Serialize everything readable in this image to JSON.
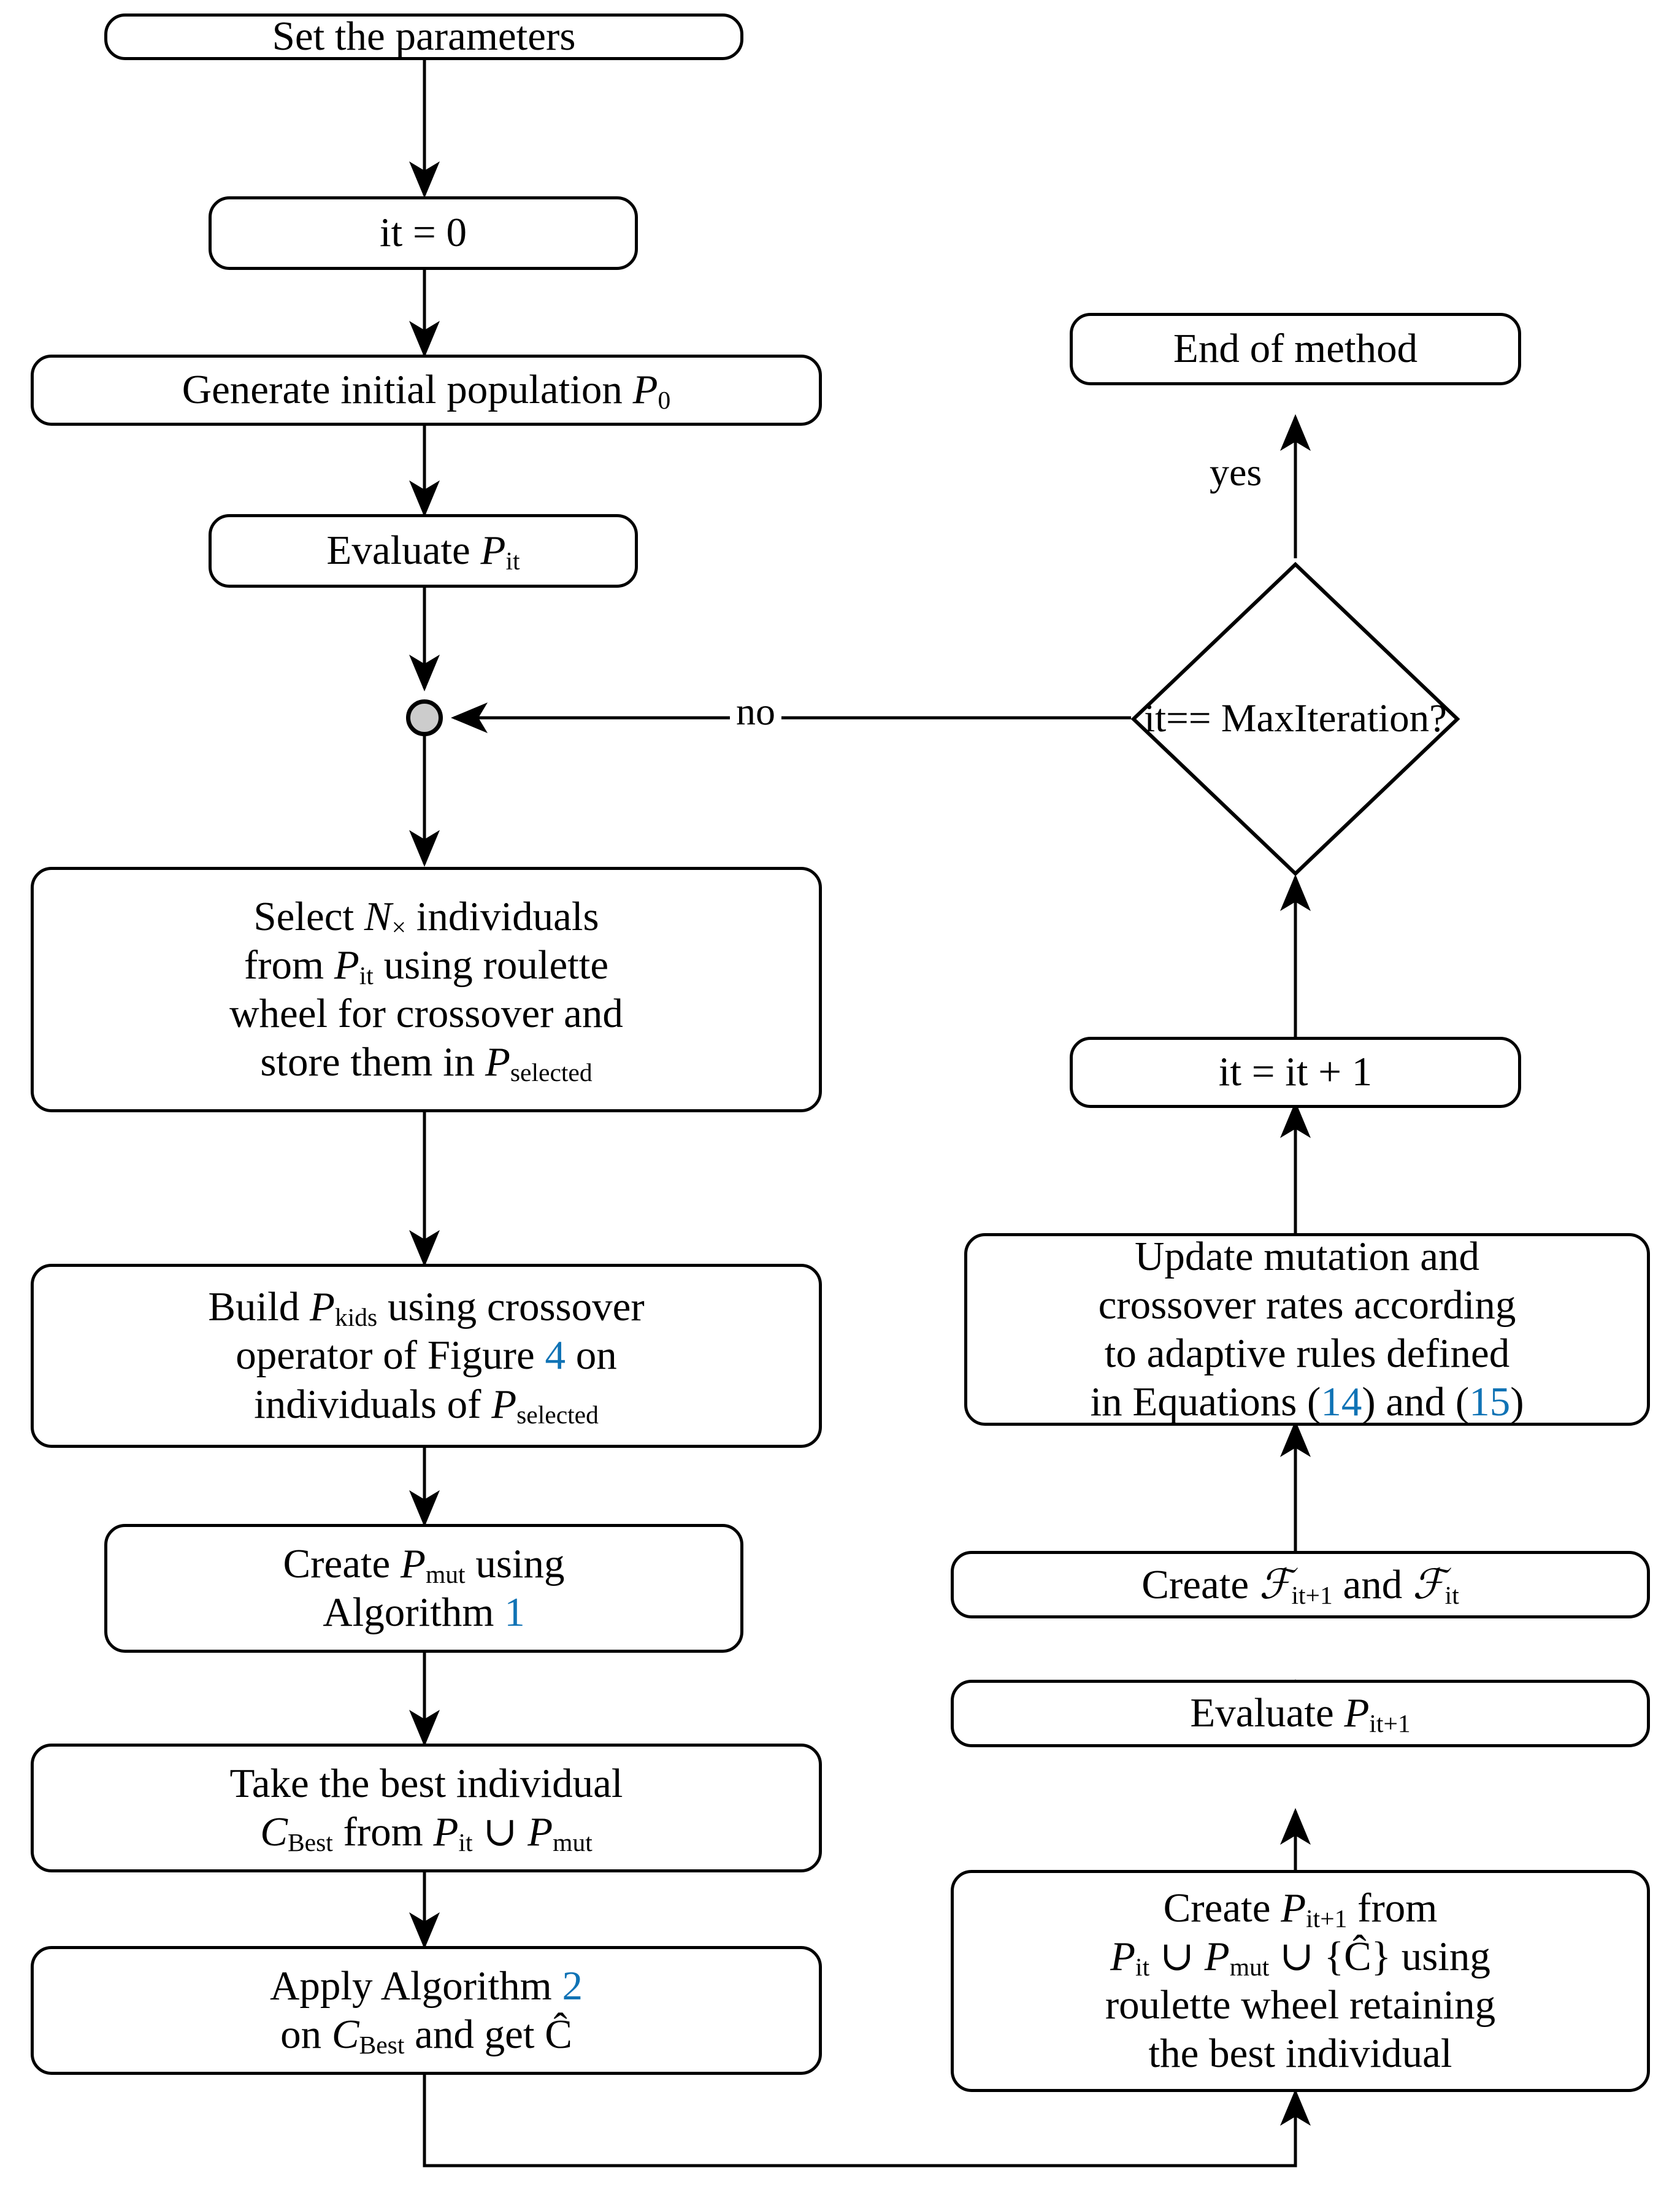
{
  "diagram": {
    "title": "Adaptive genetic algorithm flowchart",
    "link_color": "#1073b5",
    "merge_fill": "#cccccc",
    "stroke_color": "#000000",
    "background": "#ffffff"
  },
  "nodes": {
    "set_parameters": {
      "label": "Set the parameters",
      "shape": "rounded-rect"
    },
    "it_zero": {
      "label": "it  =  0",
      "shape": "rounded-rect"
    },
    "generate_population": {
      "prefix": "Generate initial population ",
      "symbol": "P",
      "symbol_sub": "0",
      "shape": "rounded-rect"
    },
    "evaluate_pit": {
      "prefix": "Evaluate ",
      "symbol": "P",
      "symbol_sub": "it",
      "shape": "rounded-rect"
    },
    "merge": {
      "label": "",
      "shape": "circle"
    },
    "select_individuals": {
      "shape": "rounded-rect",
      "lines": [
        {
          "parts": [
            {
              "t": "Select "
            },
            {
              "t": "N",
              "i": true
            },
            {
              "sub": "×"
            },
            {
              "t": " individuals"
            }
          ]
        },
        {
          "parts": [
            {
              "t": "from "
            },
            {
              "t": "P",
              "i": true
            },
            {
              "sub": "it"
            },
            {
              "t": " using roulette"
            }
          ]
        },
        {
          "parts": [
            {
              "t": "wheel for crossover and"
            }
          ]
        },
        {
          "parts": [
            {
              "t": "store them in "
            },
            {
              "t": "P",
              "i": true
            },
            {
              "sub": "selected"
            }
          ]
        }
      ]
    },
    "build_kids": {
      "shape": "rounded-rect",
      "lines": [
        {
          "parts": [
            {
              "t": "Build "
            },
            {
              "t": "P",
              "i": true
            },
            {
              "sub": "kids"
            },
            {
              "t": " using crossover"
            }
          ]
        },
        {
          "parts": [
            {
              "t": "operator of Figure "
            },
            {
              "t": "4",
              "link": true
            },
            {
              "t": " on"
            }
          ]
        },
        {
          "parts": [
            {
              "t": "individuals of "
            },
            {
              "t": "P",
              "i": true
            },
            {
              "sub": "selected"
            }
          ]
        }
      ]
    },
    "create_pmut": {
      "shape": "rounded-rect",
      "lines": [
        {
          "parts": [
            {
              "t": "Create "
            },
            {
              "t": "P",
              "i": true
            },
            {
              "sub": "mut"
            },
            {
              "t": " using"
            }
          ]
        },
        {
          "parts": [
            {
              "t": "Algorithm "
            },
            {
              "t": "1",
              "link": true
            }
          ]
        }
      ]
    },
    "take_best": {
      "shape": "rounded-rect",
      "lines": [
        {
          "parts": [
            {
              "t": "Take the best individual"
            }
          ]
        },
        {
          "parts": [
            {
              "t": "C",
              "i": true
            },
            {
              "sub": "Best"
            },
            {
              "t": " from "
            },
            {
              "t": "P",
              "i": true
            },
            {
              "sub": "it"
            },
            {
              "t": " ∪ "
            },
            {
              "t": "P",
              "i": true
            },
            {
              "sub": "mut"
            }
          ]
        }
      ]
    },
    "apply_alg2": {
      "shape": "rounded-rect",
      "lines": [
        {
          "parts": [
            {
              "t": "Apply Algorithm "
            },
            {
              "t": "2",
              "link": true
            }
          ]
        },
        {
          "parts": [
            {
              "t": "on "
            },
            {
              "t": "C",
              "i": true
            },
            {
              "sub": "Best"
            },
            {
              "t": " and get Ĉ"
            }
          ]
        }
      ]
    },
    "create_pnext": {
      "shape": "rounded-rect",
      "lines": [
        {
          "parts": [
            {
              "t": "Create "
            },
            {
              "t": "P",
              "i": true
            },
            {
              "sub": "it+1"
            },
            {
              "t": " from"
            }
          ]
        },
        {
          "parts": [
            {
              "t": "P",
              "i": true
            },
            {
              "sub": "it"
            },
            {
              "t": " ∪ "
            },
            {
              "t": "P",
              "i": true
            },
            {
              "sub": "mut"
            },
            {
              "t": " ∪ {Ĉ} using"
            }
          ]
        },
        {
          "parts": [
            {
              "t": "roulette wheel retaining"
            }
          ]
        },
        {
          "parts": [
            {
              "t": "the best individual"
            }
          ]
        }
      ]
    },
    "evaluate_pnext": {
      "shape": "rounded-rect",
      "lines": [
        {
          "parts": [
            {
              "t": "Evaluate "
            },
            {
              "t": "P",
              "i": true
            },
            {
              "sub": "it+1"
            }
          ]
        }
      ]
    },
    "create_fitness": {
      "shape": "rounded-rect",
      "lines": [
        {
          "parts": [
            {
              "t": "Create "
            },
            {
              "t": "ℱ",
              "cal": true
            },
            {
              "sub": "it+1"
            },
            {
              "t": " and "
            },
            {
              "t": "ℱ",
              "cal": true
            },
            {
              "sub": "it"
            }
          ]
        }
      ]
    },
    "update_rates": {
      "shape": "rounded-rect",
      "lines": [
        {
          "parts": [
            {
              "t": "Update mutation and"
            }
          ]
        },
        {
          "parts": [
            {
              "t": "crossover rates according"
            }
          ]
        },
        {
          "parts": [
            {
              "t": "to adaptive rules defined"
            }
          ]
        },
        {
          "parts": [
            {
              "t": "in Equations ("
            },
            {
              "t": "14",
              "link": true
            },
            {
              "t": ") and ("
            },
            {
              "t": "15",
              "link": true
            },
            {
              "t": ")"
            }
          ]
        }
      ]
    },
    "it_increment": {
      "label": "it  =  it + 1",
      "shape": "rounded-rect"
    },
    "decision": {
      "shape": "diamond",
      "lines": [
        "it== Max",
        "Iteration?"
      ]
    },
    "end_of_method": {
      "label": "End of method",
      "shape": "rounded-rect"
    }
  },
  "edge_labels": {
    "yes": "yes",
    "no": "no"
  }
}
